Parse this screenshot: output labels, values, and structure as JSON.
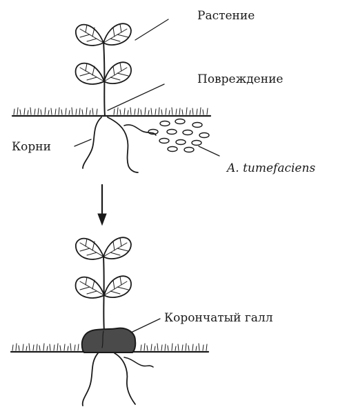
{
  "labels": {
    "plant": "Растение",
    "wound": "Повреждение",
    "roots": "Корни",
    "bacteria": "A. tumefaciens",
    "gall": "Корончатый галл"
  },
  "colors": {
    "ink": "#1a1a1a",
    "gall_fill": "#4a4a4a",
    "background": "#ffffff"
  }
}
